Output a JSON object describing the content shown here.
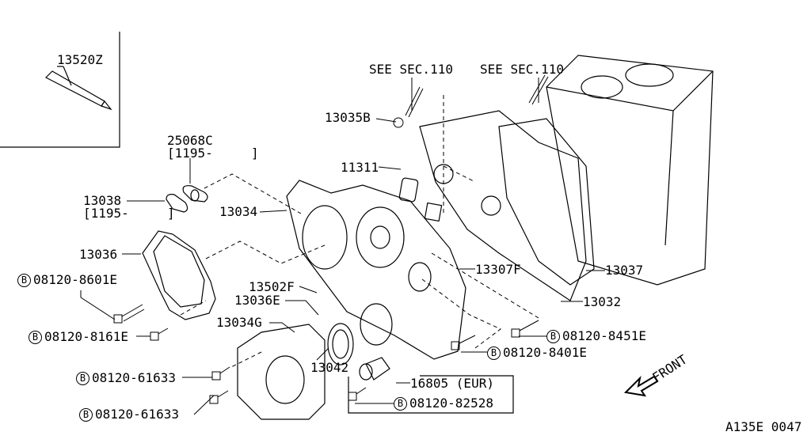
{
  "diagram_id": "A135E 0047",
  "front_label": "FRONT",
  "bolt_marker": "B",
  "parts": {
    "sealant": "13520Z",
    "see_sec_left": "SEE SEC.110",
    "see_sec_right": "SEE SEC.110",
    "nut": "13035B",
    "gasket_25068c": "25068C",
    "gasket_25068c_date": "[1195-     ]",
    "gasket_11311": "11311",
    "plate_13038": "13038",
    "plate_13038_date": "[1195-     ]",
    "cover_13034": "13034",
    "gasket_13036": "13036",
    "bolt_8601e": "08120-8601E",
    "pin_13502f": "13502F",
    "part_13036e": "13036E",
    "part_13307f": "13307F",
    "gasket_13037": "13037",
    "plate_13032": "13032",
    "cover_13034g": "13034G",
    "bolt_8161e": "08120-8161E",
    "bolt_8451e": "08120-8451E",
    "bolt_8401e": "08120-8401E",
    "seal_13042": "13042",
    "bolt_61633_a": "08120-61633",
    "sensor_16805": "16805 (EUR)",
    "bolt_61633_b": "08120-61633",
    "bolt_82528": "08120-82528"
  }
}
